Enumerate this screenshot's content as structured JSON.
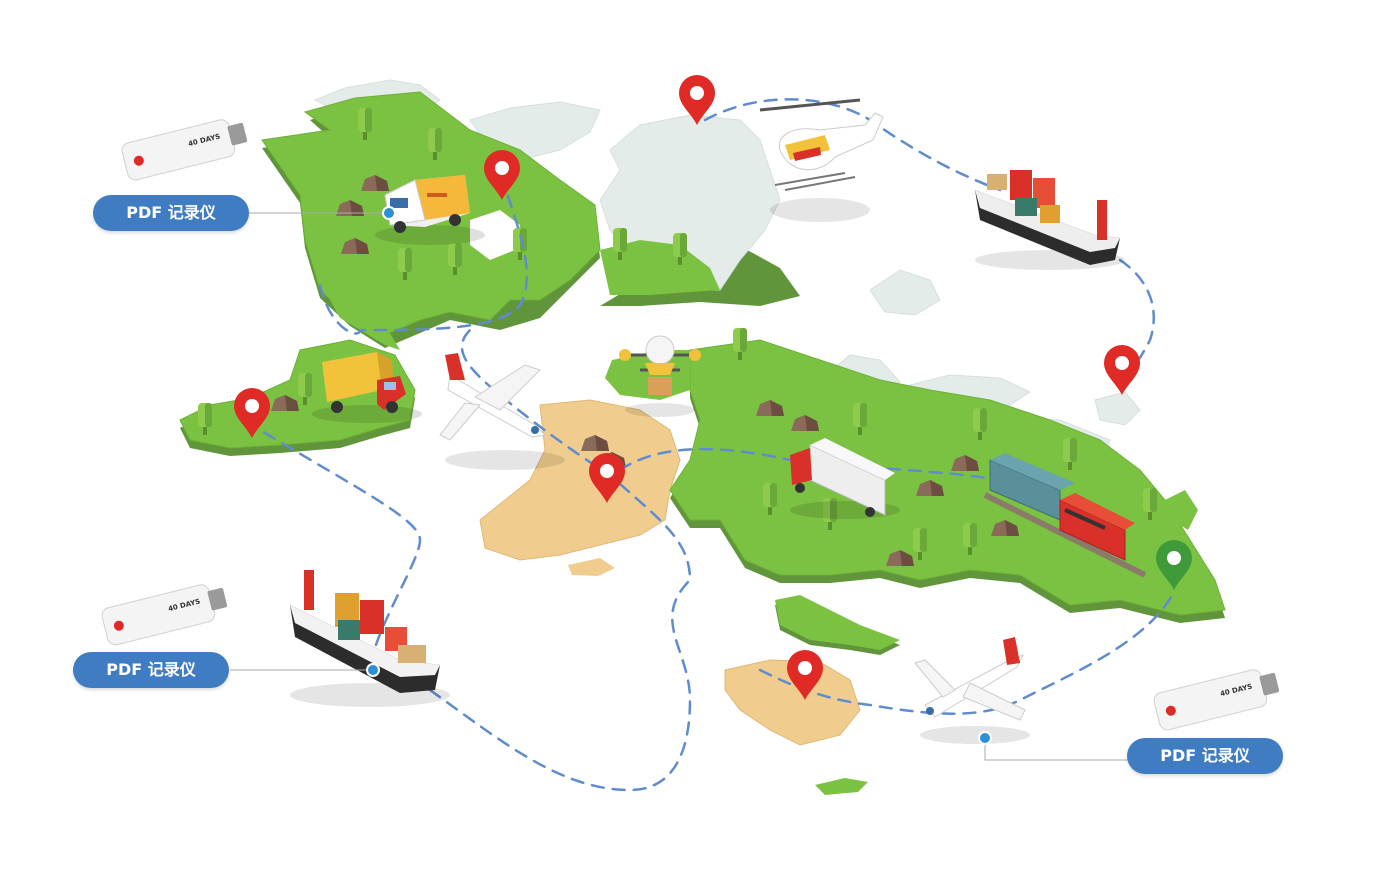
{
  "labels": {
    "top_left": "PDF 记录仪",
    "bottom_left": "PDF 记录仪",
    "bottom_right": "PDF 记录仪"
  },
  "device": {
    "badge": "40 DAYS"
  },
  "colors": {
    "land_green": "#7cc242",
    "land_green_dark": "#5aa02e",
    "land_sand": "#f0cd8e",
    "land_ice": "#e6eeec",
    "route_dash": "#5f8ccc",
    "pin_red": "#e02a26",
    "pin_green": "#3f9a3a",
    "label_blue": "#3f7cc2"
  }
}
